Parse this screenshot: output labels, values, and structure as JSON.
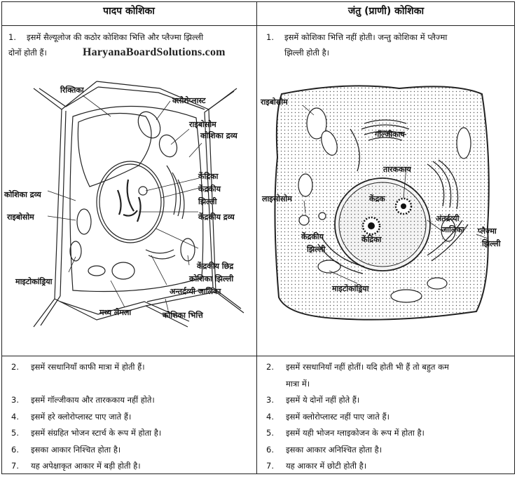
{
  "headers": {
    "plant": "पादप कोशिका",
    "animal": "जंतु (प्राणी) कोशिका"
  },
  "watermark": "HaryanaBoardSolutions.com",
  "intro": {
    "plant": {
      "num": "1.",
      "line1": "इसमें सैल्यूलोज की कठोर कोशिका भित्ति और प्लैज्मा झिल्ली",
      "line2": "दोनों होती हैं।"
    },
    "animal": {
      "num": "1.",
      "line1": "इसमें कोशिका भित्ति नहीं होती। जन्तु कोशिका में प्लैज्मा",
      "line2": "झिल्ली होती है।"
    }
  },
  "plant_labels": {
    "vacuole": "रिक्तिका",
    "chloroplast": "क्लोरोप्लास्ट",
    "ribosome_top": "राइबोसोम",
    "cytoplasm_right": "कोशिका द्रव्य",
    "nucleolus": "केंद्रिका",
    "nuclear_membrane_1": "केंद्रकीय",
    "nuclear_membrane_2": "झिल्ली",
    "cytoplasm_left": "कोशिका द्रव्य",
    "nucleoplasm": "केंद्रकीय द्रव्य",
    "ribosome_left": "राइबोसोम",
    "nuclear_pore": "केंद्रकीय छिद्र",
    "nuclear_membrane_b": "कोशिका झिल्ली",
    "mitochondria": "माइटोकांड्रिया",
    "er": "अन्तर्द्रव्यी जालिका",
    "middle_lamella": "मध्य लेमला",
    "cell_wall": "कोशिका भित्ति"
  },
  "animal_labels": {
    "ribosome": "राइबोसोम",
    "golgi": "गॉल्जीकाय",
    "centrosome": "तारककाय",
    "lysosome": "लाइसोसोम",
    "nucleus": "केंद्रक",
    "nucleolus": "केंद्रिका",
    "er_1": "अंतर्द्रव्यी",
    "er_2": "जालिका",
    "plasma_1": "प्लैज्मा",
    "plasma_2": "झिल्ली",
    "nuc_mem_1": "केंद्रकीय",
    "nuc_mem_2": "झिल्ली",
    "mitochondria": "माइटोकांड्रिया"
  },
  "plant_points": [
    {
      "num": "2.",
      "text": "इसमें रसधानियाँ काफी मात्रा में होती हैं।"
    },
    {
      "num": "",
      "text": ""
    },
    {
      "num": "3.",
      "text": "इसमें गॉल्जीकाय और तारककाय नहीं होते।"
    },
    {
      "num": "4.",
      "text": "इसमें हरे क्लोरोप्लास्ट पाए जाते हैं।"
    },
    {
      "num": "5.",
      "text": "इसमें संग्रहित भोजन स्टार्च के रूप में होता है।"
    },
    {
      "num": "6.",
      "text": "इसका आकार निश्चित होता है।"
    },
    {
      "num": "7.",
      "text": "यह अपेक्षाकृत आकार में बड़ी होती है।"
    }
  ],
  "animal_points": [
    {
      "num": "2.",
      "text": "इसमें रसधानियाँ नहीं होतीं। यदि होती भी हैं तो बहुत कम"
    },
    {
      "num": "",
      "text": "मात्रा में।"
    },
    {
      "num": "3.",
      "text": "इसमें ये दोनों नहीं होते हैं।"
    },
    {
      "num": "4.",
      "text": "इसमें क्लोरोप्लास्ट नहीं पाए जाते हैं।"
    },
    {
      "num": "5.",
      "text": "इसमें यही भोजन ग्लाइकोजन के रूप में होता है।"
    },
    {
      "num": "6.",
      "text": "इसका आकार अनिश्चित होता है।"
    },
    {
      "num": "7.",
      "text": "यह आकार में छोटी होती है।"
    }
  ]
}
